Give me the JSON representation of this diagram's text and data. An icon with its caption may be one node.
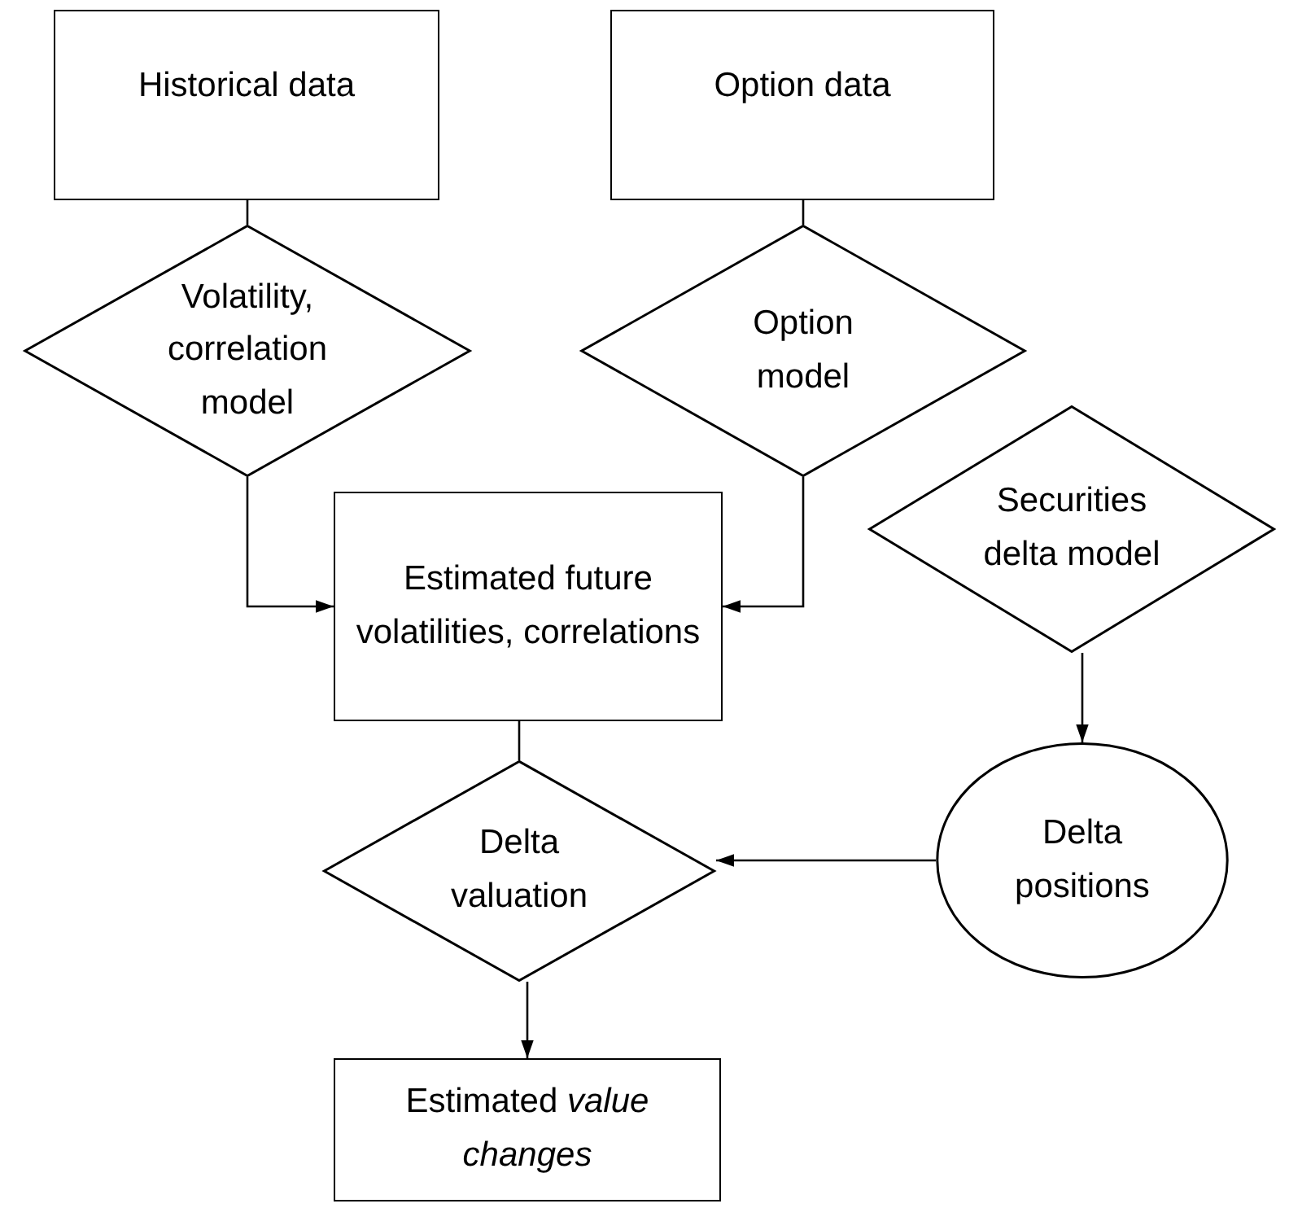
{
  "diagram": {
    "nodes": [
      {
        "text": [
          "Historical data"
        ]
      },
      {
        "text": [
          "Option data"
        ]
      },
      {
        "text": [
          "Volatility, correlation model"
        ]
      },
      {
        "text": [
          "Option model"
        ]
      },
      {
        "text": [
          "Estimated future volatilities, correlations"
        ]
      },
      {
        "text": [
          "Securities delta model"
        ]
      },
      {
        "text": [
          "Delta positions"
        ]
      },
      {
        "text": [
          "Delta valuation"
        ]
      },
      {
        "text": [
          "Estimated *value changes*"
        ]
      }
    ],
    "edges": [
      {
        "from": 0,
        "to": 2,
        "arrow": "none"
      },
      {
        "from": 1,
        "to": 3,
        "arrow": "none"
      },
      {
        "from": 2,
        "to": 4,
        "arrow": "to"
      },
      {
        "from": 3,
        "to": 4,
        "arrow": "to"
      },
      {
        "from": 4,
        "to": 7,
        "arrow": "none"
      },
      {
        "from": 5,
        "to": 6,
        "arrow": "to"
      },
      {
        "from": 6,
        "to": 7,
        "arrow": "to"
      },
      {
        "from": 7,
        "to": 8,
        "arrow": "to"
      }
    ]
  }
}
